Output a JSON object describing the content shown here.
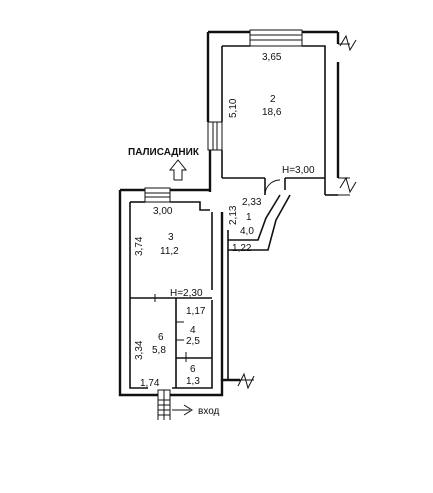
{
  "rooms": {
    "r1": {
      "number": "1",
      "area": "4,0"
    },
    "r2": {
      "number": "2",
      "area": "18,6"
    },
    "r3": {
      "number": "3",
      "area": "11,2"
    },
    "r4": {
      "number": "4",
      "area": "2,5"
    },
    "r5": {
      "number": "6",
      "area": "5,8"
    },
    "r6": {
      "number": "6",
      "area": "1,3"
    }
  },
  "dimensions": {
    "room2_width": "3,65",
    "room2_length": "5,10",
    "room2_height": "H=3,00",
    "room3_width": "3,00",
    "room3_length": "3,74",
    "room3_height": "H=2,30",
    "room1_width": "2,33",
    "room1_length": "2,13",
    "room1_bottom": "1,22",
    "room4_width": "1,17",
    "room5_length": "3,34",
    "room5_width": "1,74"
  },
  "labels": {
    "garden": "ПАЛИСАДНИК",
    "entrance": "вход"
  }
}
